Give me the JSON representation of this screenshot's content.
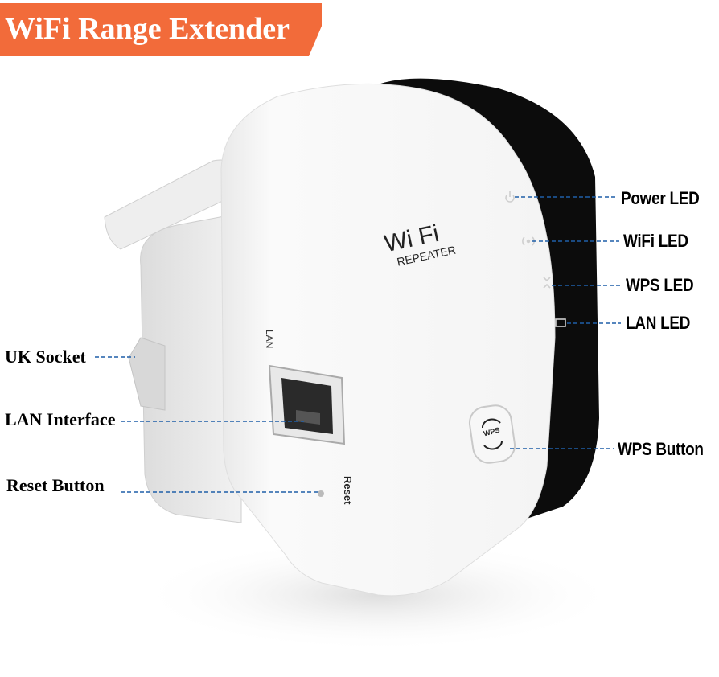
{
  "banner": {
    "title": "WiFi Range Extender",
    "color": "#f26b3a"
  },
  "device": {
    "logo": {
      "brand": "Wi Fi",
      "subtitle": "REPEATER"
    },
    "port_label": "LAN",
    "reset_label": "Reset",
    "wps_button_label": "WPS"
  },
  "callouts": {
    "right": [
      {
        "label": "Power LED",
        "icon": "power-icon"
      },
      {
        "label": "WiFi LED",
        "icon": "wifi-signal-icon"
      },
      {
        "label": "WPS LED",
        "icon": "wps-arrows-icon"
      },
      {
        "label": "LAN LED",
        "icon": "lan-port-icon"
      },
      {
        "label": "WPS Button",
        "icon": "wps-button-icon"
      }
    ],
    "left": [
      {
        "label": "UK Socket"
      },
      {
        "label": "LAN Interface"
      },
      {
        "label": "Reset Button"
      }
    ],
    "line_color": "#1f5fa8"
  }
}
